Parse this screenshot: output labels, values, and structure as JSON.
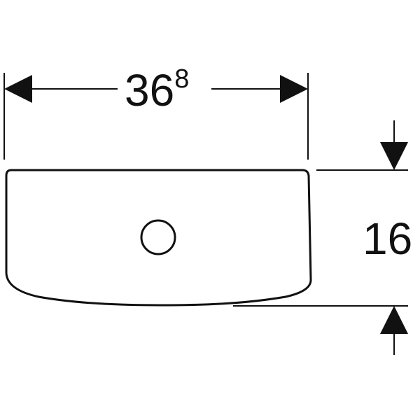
{
  "colors": {
    "stroke": "#111111",
    "background": "#ffffff"
  },
  "dimensions": {
    "width": {
      "value": "36",
      "superscript": "8"
    },
    "height": {
      "value": "16"
    }
  }
}
